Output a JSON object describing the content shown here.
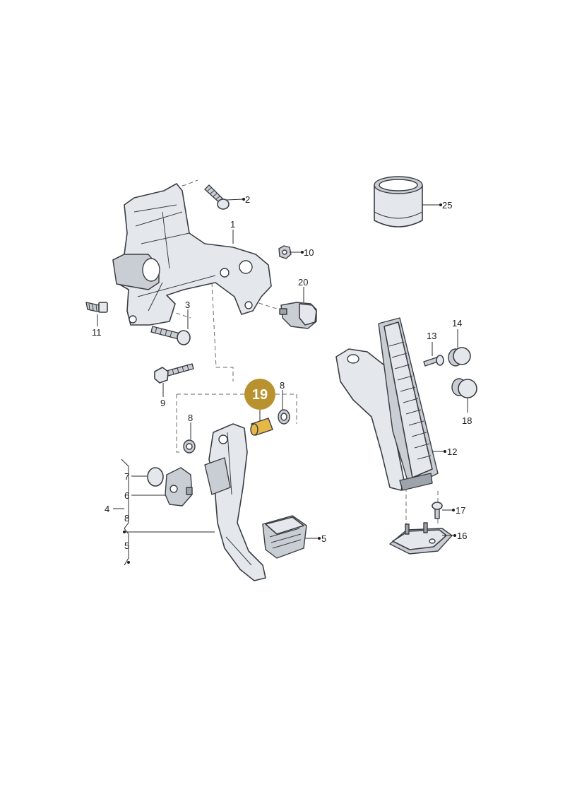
{
  "labels": {
    "p1": "1",
    "p2": "2",
    "p3": "3",
    "p4": "4",
    "p5": "5",
    "p6": "6",
    "p7": "7",
    "p8a": "8",
    "p8b": "8",
    "p8c": "8",
    "p9": "9",
    "p10": "10",
    "p11": "11",
    "p12": "12",
    "p13": "13",
    "p14": "14",
    "p16": "16",
    "p17": "17",
    "p18": "18",
    "p20": "20",
    "p25": "25",
    "p5b": "5"
  },
  "highlight": {
    "label": "19",
    "color": "#b8922e",
    "part_color": "#e6b84a"
  },
  "colors": {
    "part": "#e4e8ec",
    "outline": "#3a3d42"
  }
}
